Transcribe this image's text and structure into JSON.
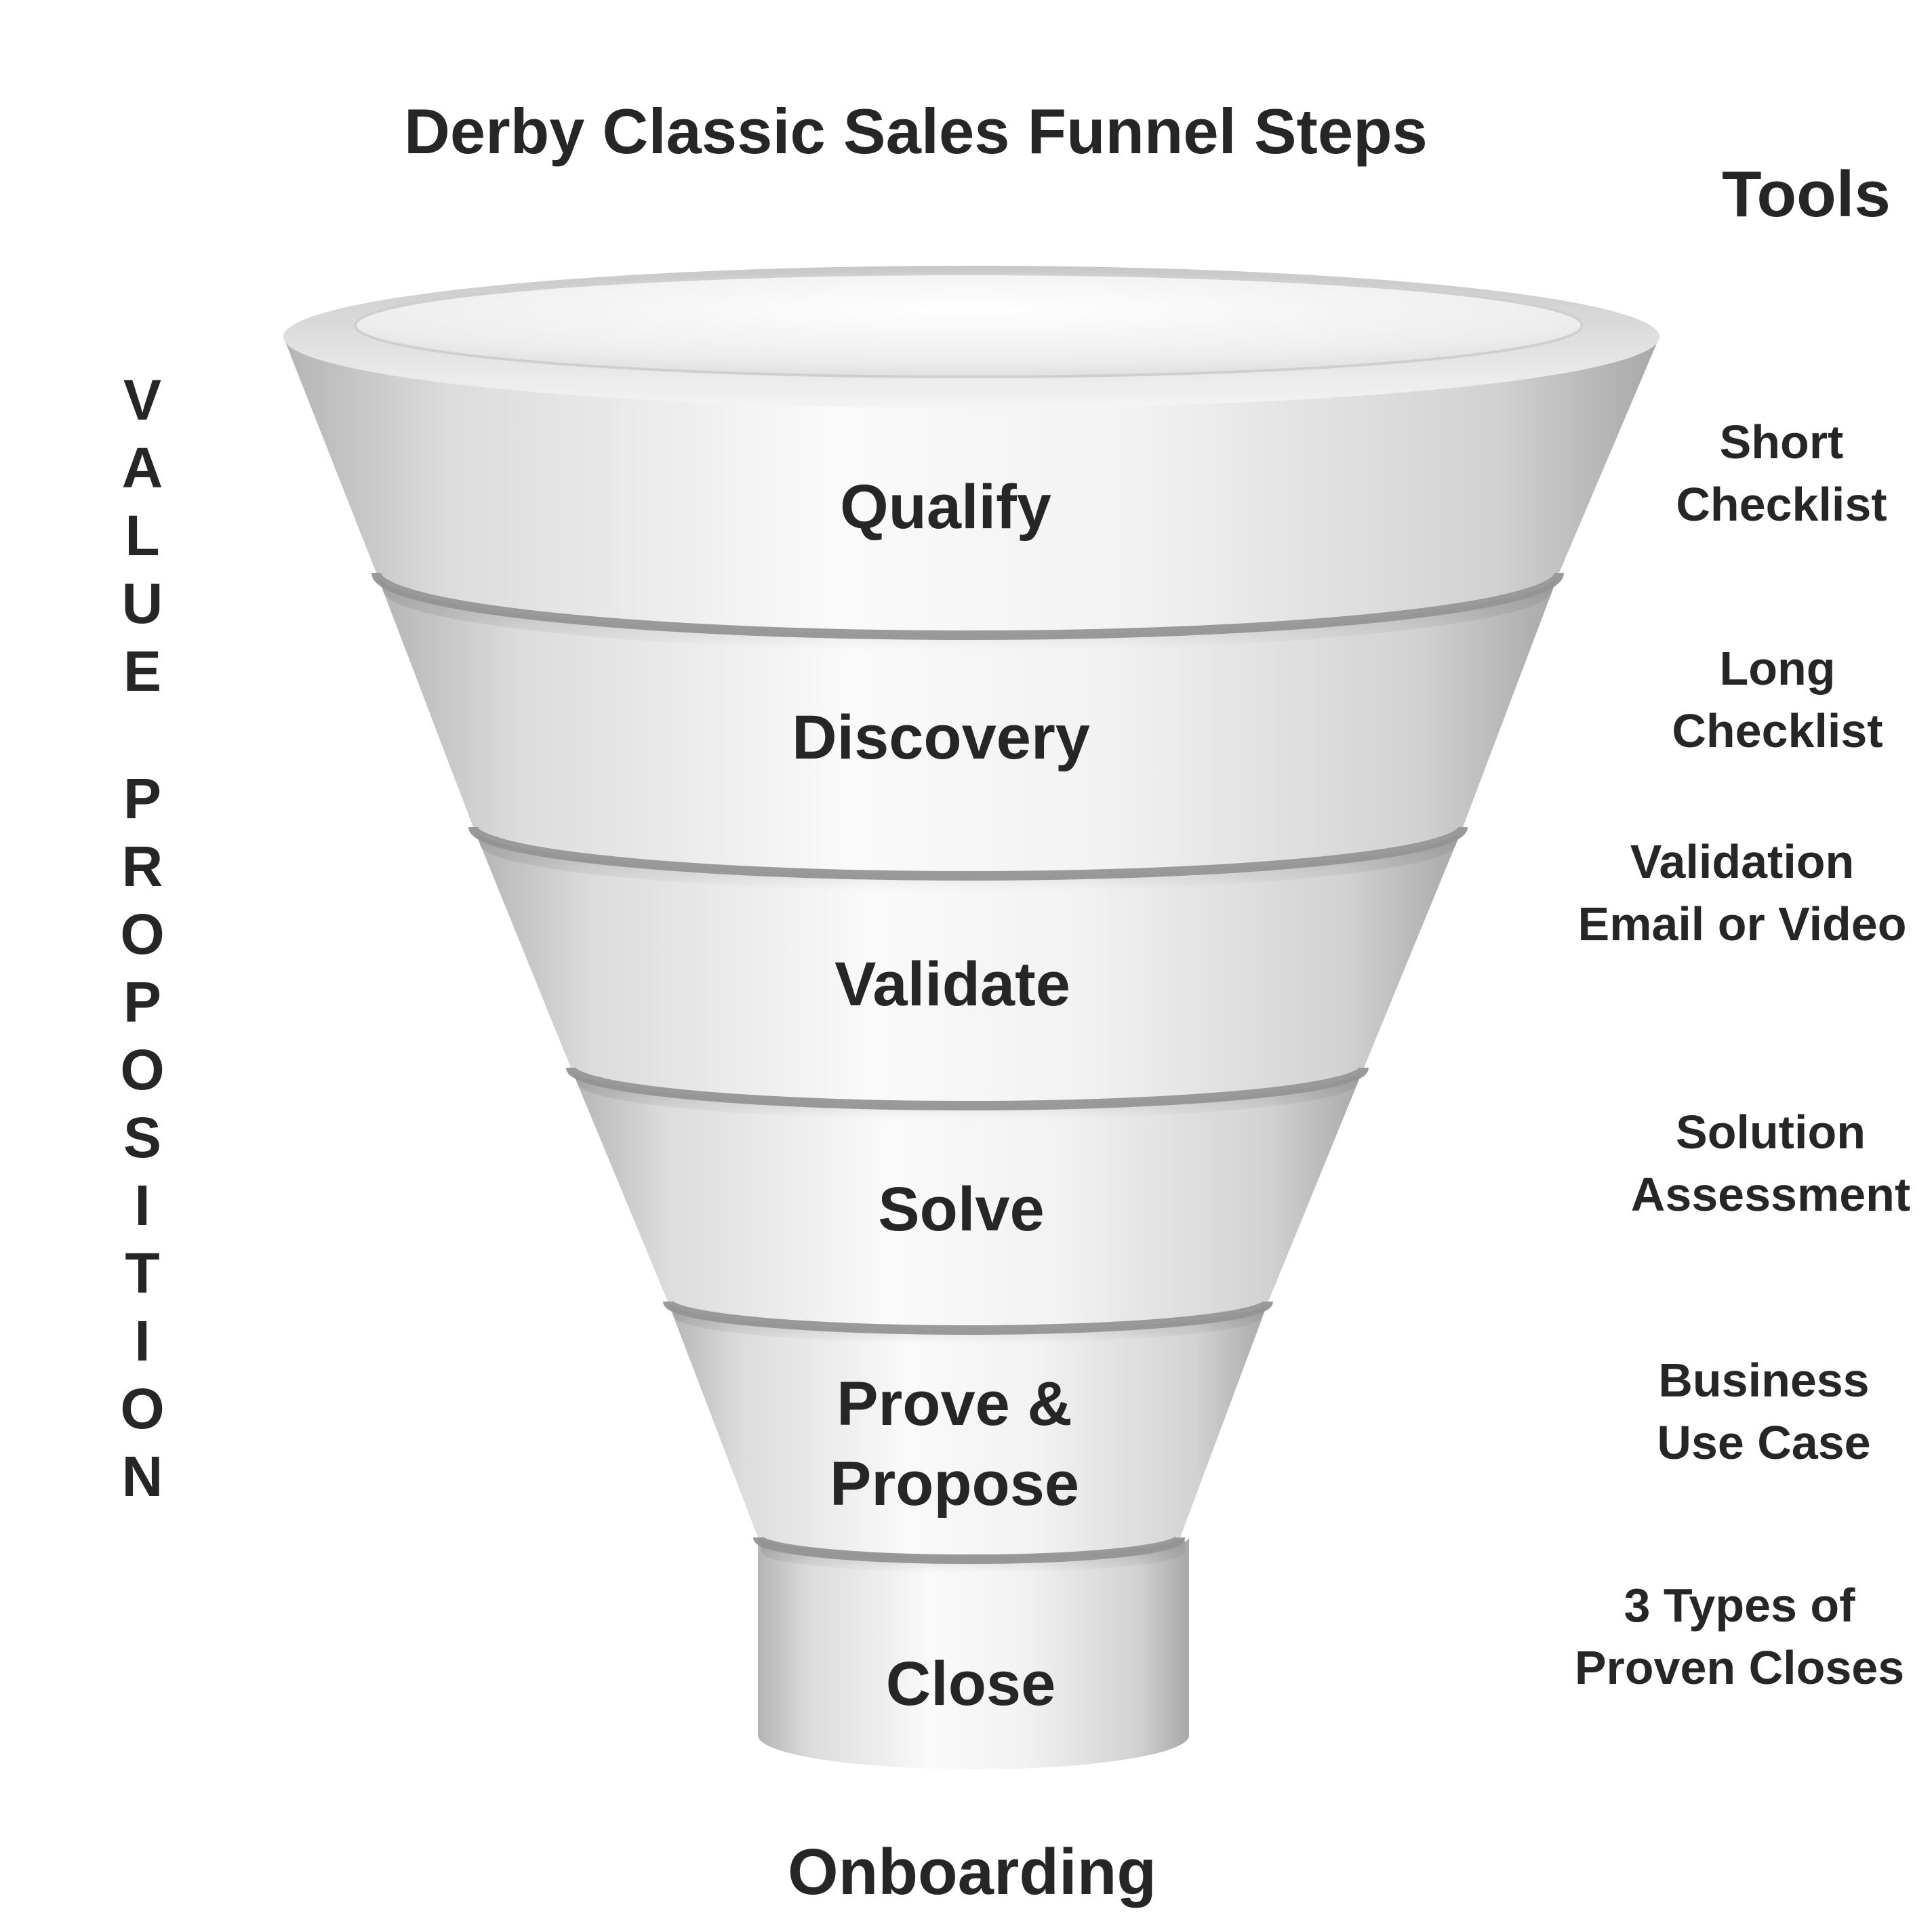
{
  "title": "Derby Classic Sales Funnel Steps",
  "tools_heading": "Tools",
  "side_label": [
    "V",
    "A",
    "L",
    "U",
    "E",
    "",
    "P",
    "R",
    "O",
    "P",
    "O",
    "S",
    "I",
    "T",
    "I",
    "O",
    "N"
  ],
  "stages": [
    {
      "label_lines": [
        "Qualify"
      ]
    },
    {
      "label_lines": [
        "Discovery"
      ]
    },
    {
      "label_lines": [
        "Validate"
      ]
    },
    {
      "label_lines": [
        "Solve"
      ]
    },
    {
      "label_lines": [
        "Prove &",
        "Propose"
      ]
    },
    {
      "label_lines": [
        "Close"
      ]
    }
  ],
  "tools": [
    {
      "lines": [
        "Short",
        "Checklist"
      ]
    },
    {
      "lines": [
        "Long",
        "Checklist"
      ]
    },
    {
      "lines": [
        "Validation",
        "Email or Video"
      ]
    },
    {
      "lines": [
        "Solution",
        "Assessment"
      ]
    },
    {
      "lines": [
        "Business",
        "Use Case"
      ]
    },
    {
      "lines": [
        "3 Types of",
        "Proven Closes"
      ]
    }
  ],
  "outcome": "Onboarding",
  "colors": {
    "text": "#262626",
    "funnel_light": "#fbfbfb",
    "funnel_mid": "#e6e6e6",
    "funnel_dark": "#b8b8b8",
    "divider": "#9a9a9a"
  }
}
